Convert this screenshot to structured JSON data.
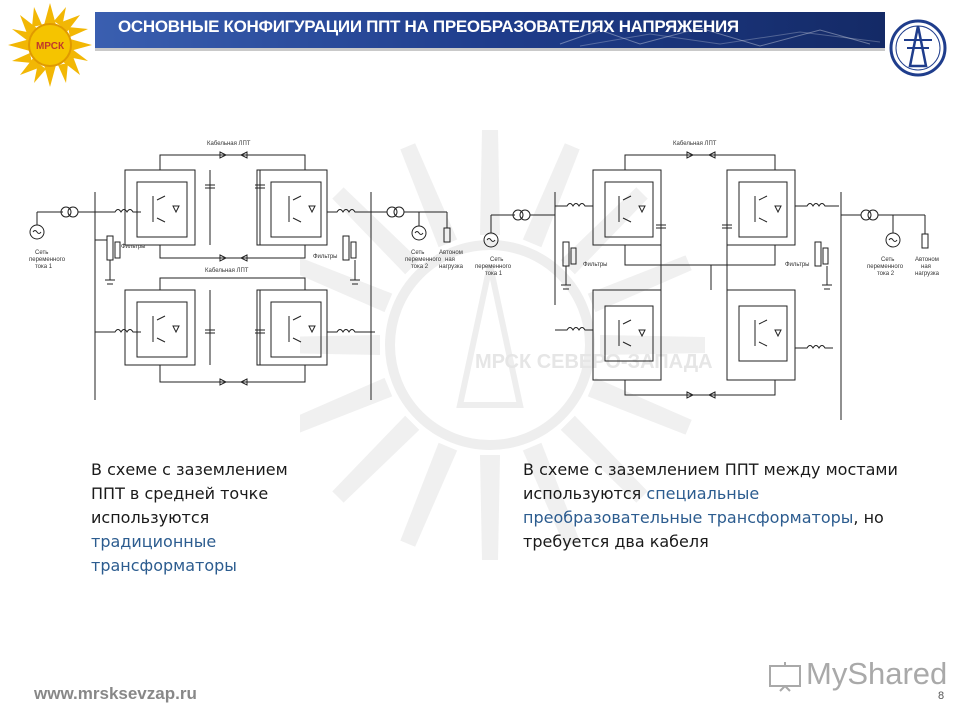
{
  "header": {
    "title": "ОСНОВНЫЕ КОНФИГУРАЦИИ ППТ НА ПРЕОБРАЗОВАТЕЛЯХ НАПРЯЖЕНИЯ",
    "bar_color": "#1f3d8c",
    "logo_text": "МРСК"
  },
  "watermark": {
    "text": "МРСК СЕВЕРО-ЗАПАДА"
  },
  "diagram_left": {
    "top_cable_label": "Кабельная ЛПТ",
    "bottom_cable_label": "Кабельная ЛПТ",
    "filters_left": "Фильтры",
    "filters_right": "Фильтры",
    "grid1_line1": "Сеть",
    "grid1_line2": "переменного",
    "grid1_line3": "тока 1",
    "grid2_line1": "Сеть",
    "grid2_line2": "переменного",
    "grid2_line3": "тока 2",
    "load_line1": "Автоном",
    "load_line2": "ная",
    "load_line3": "нагрузка"
  },
  "diagram_right": {
    "top_cable_label": "Кабельная ЛПТ",
    "filters_left": "Фильтры",
    "filters_right": "Фильтры",
    "grid1_line1": "Сеть",
    "grid1_line2": "переменного",
    "grid1_line3": "тока 1",
    "grid2_line1": "Сеть",
    "grid2_line2": "переменного",
    "grid2_line3": "тока 2",
    "load_line1": "Автоном",
    "load_line2": "ная",
    "load_line3": "нагрузка"
  },
  "captions": {
    "left_plain": "В схеме с заземлением ППТ в средней точке используются",
    "left_highlight": "традиционные трансформаторы",
    "right_plain_1": "В схеме с заземлением ППТ между мостами  используются",
    "right_highlight": "специальные преобразовательные трансформаторы",
    "right_plain_2": ", но требуется два кабеля"
  },
  "footer": {
    "url": "www.mrsksevzap.ru",
    "page_number": "8",
    "brand": "MyShared"
  },
  "colors": {
    "highlight": "#2c5c8f",
    "header": "#1f3d8c",
    "text": "#1a1a1a"
  }
}
